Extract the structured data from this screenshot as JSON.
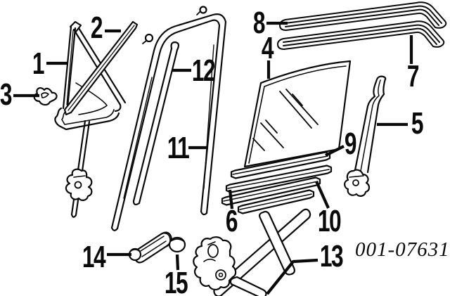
{
  "diagram": {
    "drawing_number": "001-07631",
    "ink_color": "#0a0a0a",
    "paper_color": "#ffffff",
    "callouts": [
      {
        "id": 1,
        "label": "1"
      },
      {
        "id": 2,
        "label": "2"
      },
      {
        "id": 3,
        "label": "3"
      },
      {
        "id": 4,
        "label": "4"
      },
      {
        "id": 5,
        "label": "5"
      },
      {
        "id": 6,
        "label": "6"
      },
      {
        "id": 7,
        "label": "7"
      },
      {
        "id": 8,
        "label": "8"
      },
      {
        "id": 9,
        "label": "9"
      },
      {
        "id": 10,
        "label": "10"
      },
      {
        "id": 11,
        "label": "11"
      },
      {
        "id": 12,
        "label": "12"
      },
      {
        "id": 13,
        "label": "13"
      },
      {
        "id": 14,
        "label": "14"
      },
      {
        "id": 15,
        "label": "15"
      }
    ]
  }
}
